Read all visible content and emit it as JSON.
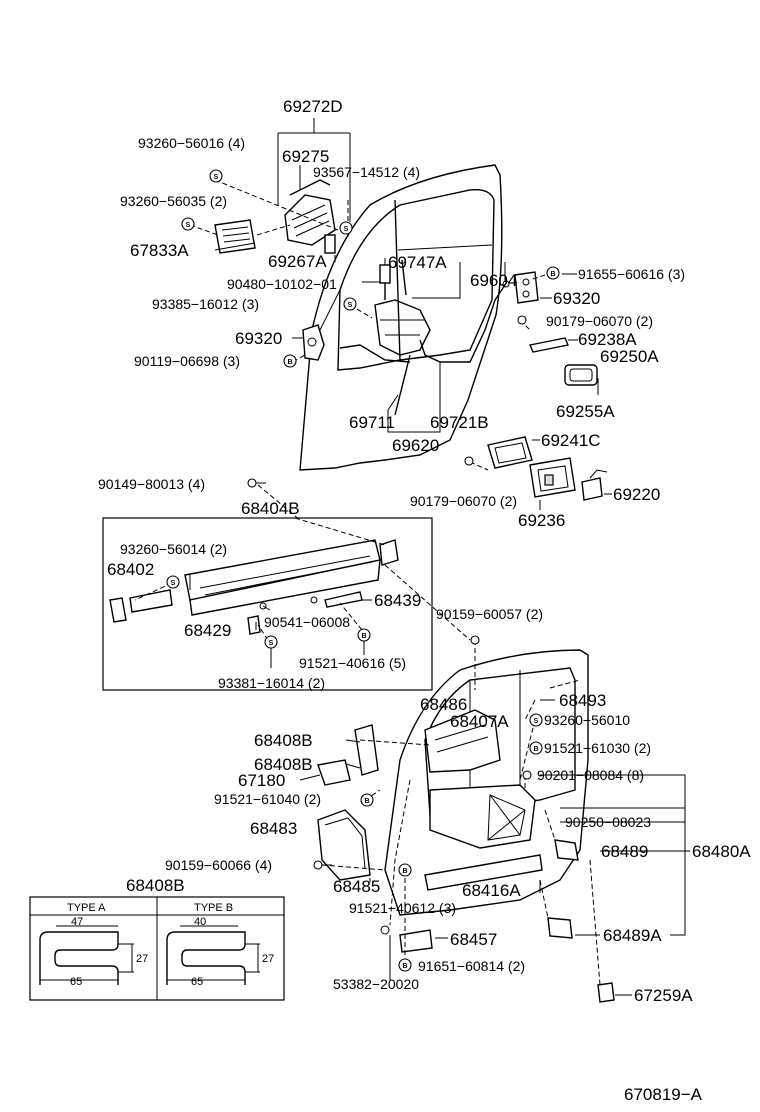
{
  "labels": {
    "p69272D": "69272D",
    "p69275": "69275",
    "p93260_56016": "93260−56016 (4)",
    "p93567_14512": "93567−14512 (4)",
    "p93260_56035": "93260−56035 (2)",
    "p67833A": "67833A",
    "p69267A": "69267A",
    "p69747A": "69747A",
    "p90480": "90480−10102−01",
    "p69604": "69604",
    "p91655": "91655−60616 (3)",
    "p69320_r": "69320",
    "p93385": "93385−16012 (3)",
    "p90179_a": "90179−06070 (2)",
    "p69320_l": "69320",
    "p69238A": "69238A",
    "p90119": "90119−06698 (3)",
    "p69250A": "69250A",
    "p69255A": "69255A",
    "p69711": "69711",
    "p69721B": "69721B",
    "p69620": "69620",
    "p69241C": "69241C",
    "p90149": "90149−80013 (4)",
    "p90179_b": "90179−06070 (2)",
    "p69220": "69220",
    "p68404B": "68404B",
    "p69236": "69236",
    "p93260_56014": "93260−56014 (2)",
    "p68402": "68402",
    "p68439": "68439",
    "p90159_60057": "90159−60057 (2)",
    "p90541": "90541−06008",
    "p68429": "68429",
    "p91521_40616": "91521−40616 (5)",
    "p93381": "93381−16014 (2)",
    "p68493": "68493",
    "p68486": "68486",
    "p68407A": "68407A",
    "p93260_56010": "93260−56010",
    "p68408B_a": "68408B",
    "p91521_61030": "91521−61030 (2)",
    "p68408B_b": "68408B",
    "p67180": "67180",
    "p90201": "90201−08084 (8)",
    "p91521_61040": "91521−61040 (2)",
    "p68483": "68483",
    "p90250": "90250−08023",
    "p68489_a": "68489",
    "p68480A": "68480A",
    "p90159_60066": "90159−60066 (4)",
    "p68485": "68485",
    "p68408B_title": "68408B",
    "p68416A": "68416A",
    "p91521_40612": "91521−40612 (3)",
    "p68457": "68457",
    "p68489A": "68489A",
    "p91651": "91651−60814 (2)",
    "p53382": "53382−20020",
    "p67259A": "67259A",
    "diagram_id": "670819−A"
  },
  "type_table": {
    "type_a": "TYPE A",
    "type_b": "TYPE B",
    "a_top": "47",
    "a_bottom": "65",
    "a_side": "27",
    "b_top": "40",
    "b_bottom": "65",
    "b_side": "27"
  },
  "symbols": {
    "s": "S",
    "b": "B"
  }
}
